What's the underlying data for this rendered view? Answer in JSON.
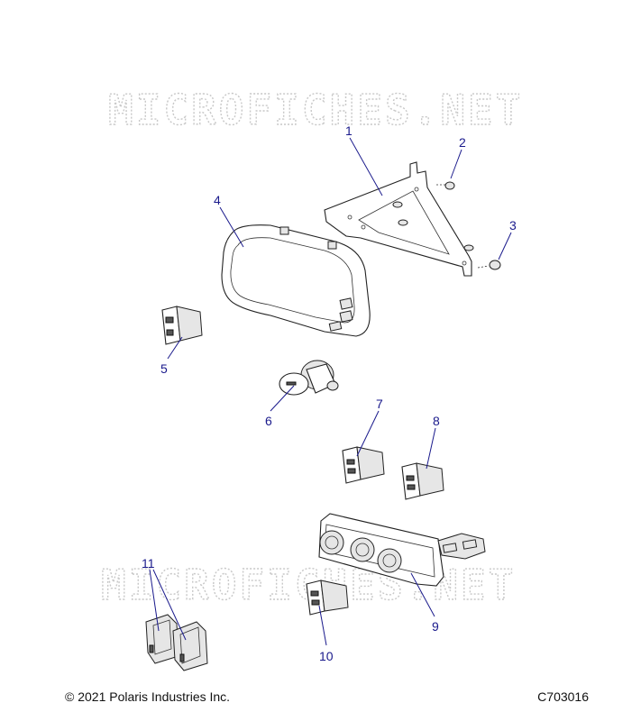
{
  "watermark": {
    "top": "MICROFICHES.NET",
    "bottom": "MICROFICHES.NET"
  },
  "callouts": [
    {
      "id": "1",
      "label": "1"
    },
    {
      "id": "2",
      "label": "2"
    },
    {
      "id": "3",
      "label": "3"
    },
    {
      "id": "4",
      "label": "4"
    },
    {
      "id": "5",
      "label": "5"
    },
    {
      "id": "6",
      "label": "6"
    },
    {
      "id": "7",
      "label": "7"
    },
    {
      "id": "8",
      "label": "8"
    },
    {
      "id": "9",
      "label": "9"
    },
    {
      "id": "10",
      "label": "10"
    },
    {
      "id": "11",
      "label": "11"
    }
  ],
  "footer": {
    "copyright": "© 2021 Polaris Industries Inc.",
    "code": "C703016"
  }
}
